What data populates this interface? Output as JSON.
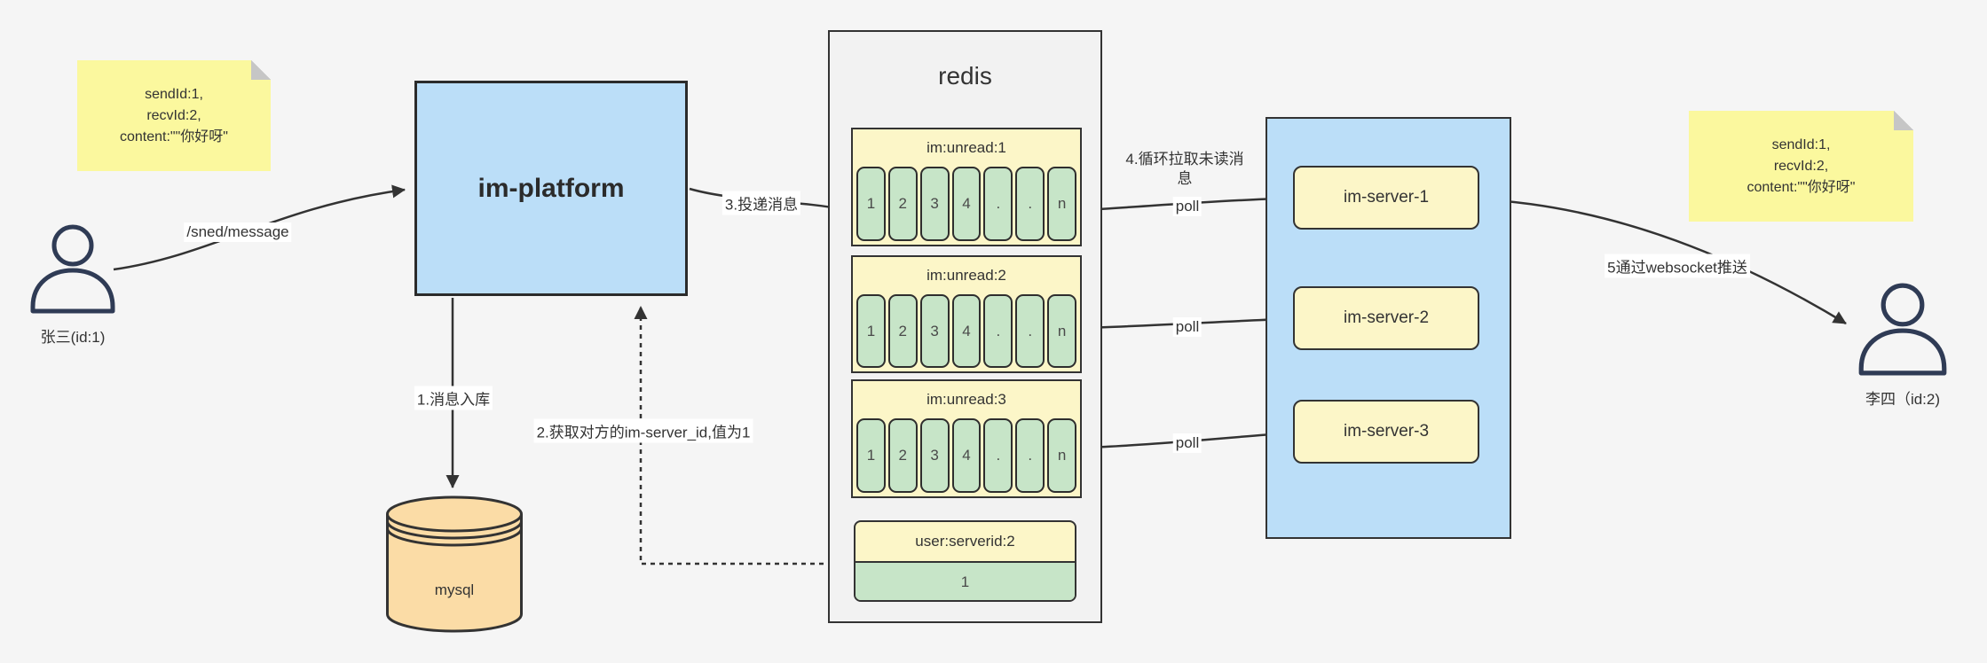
{
  "canvas": {
    "background": "#f5f5f5"
  },
  "colors": {
    "node_blue": "#bbdef8",
    "sticky_yellow": "#fbf89e",
    "pale_yellow": "#fcf6c8",
    "cell_green": "#c7e5c8",
    "db_orange": "#fbdca6",
    "panel_gray": "#f2f2f2",
    "stroke": "#333333",
    "person_outline": "#2f3b55"
  },
  "actors": {
    "sender": {
      "label": "张三(id:1)"
    },
    "receiver": {
      "label": "李四（id:2)"
    }
  },
  "notes": {
    "left": {
      "lines": [
        "sendId:1,",
        "recvId:2,",
        "content:\"\"你好呀\""
      ]
    },
    "right": {
      "lines": [
        "sendId:1,",
        "recvId:2,",
        "content:\"\"你好呀\""
      ]
    }
  },
  "platform": {
    "label": "im-platform"
  },
  "database": {
    "label": "mysql"
  },
  "redis": {
    "title": "redis",
    "queues": [
      {
        "name": "im:unread:1",
        "cells": [
          "1",
          "2",
          "3",
          "4",
          ".",
          ".",
          "n"
        ]
      },
      {
        "name": "im:unread:2",
        "cells": [
          "1",
          "2",
          "3",
          "4",
          ".",
          ".",
          "n"
        ]
      },
      {
        "name": "im:unread:3",
        "cells": [
          "1",
          "2",
          "3",
          "4",
          ".",
          ".",
          "n"
        ]
      }
    ],
    "kv": {
      "name": "user:serverid:2",
      "value": "1"
    }
  },
  "servers": [
    {
      "label": "im-server-1"
    },
    {
      "label": "im-server-2"
    },
    {
      "label": "im-server-3"
    }
  ],
  "edge_labels": {
    "send": "/sned/message",
    "store": "1.消息入库",
    "lookup": "2.获取对方的im-server_id,值为1",
    "deliver": "3.投递消息",
    "pull": "4.循环拉取未读消息",
    "poll1": "poll",
    "poll2": "poll",
    "poll3": "poll",
    "push": "5通过websocket推送"
  }
}
